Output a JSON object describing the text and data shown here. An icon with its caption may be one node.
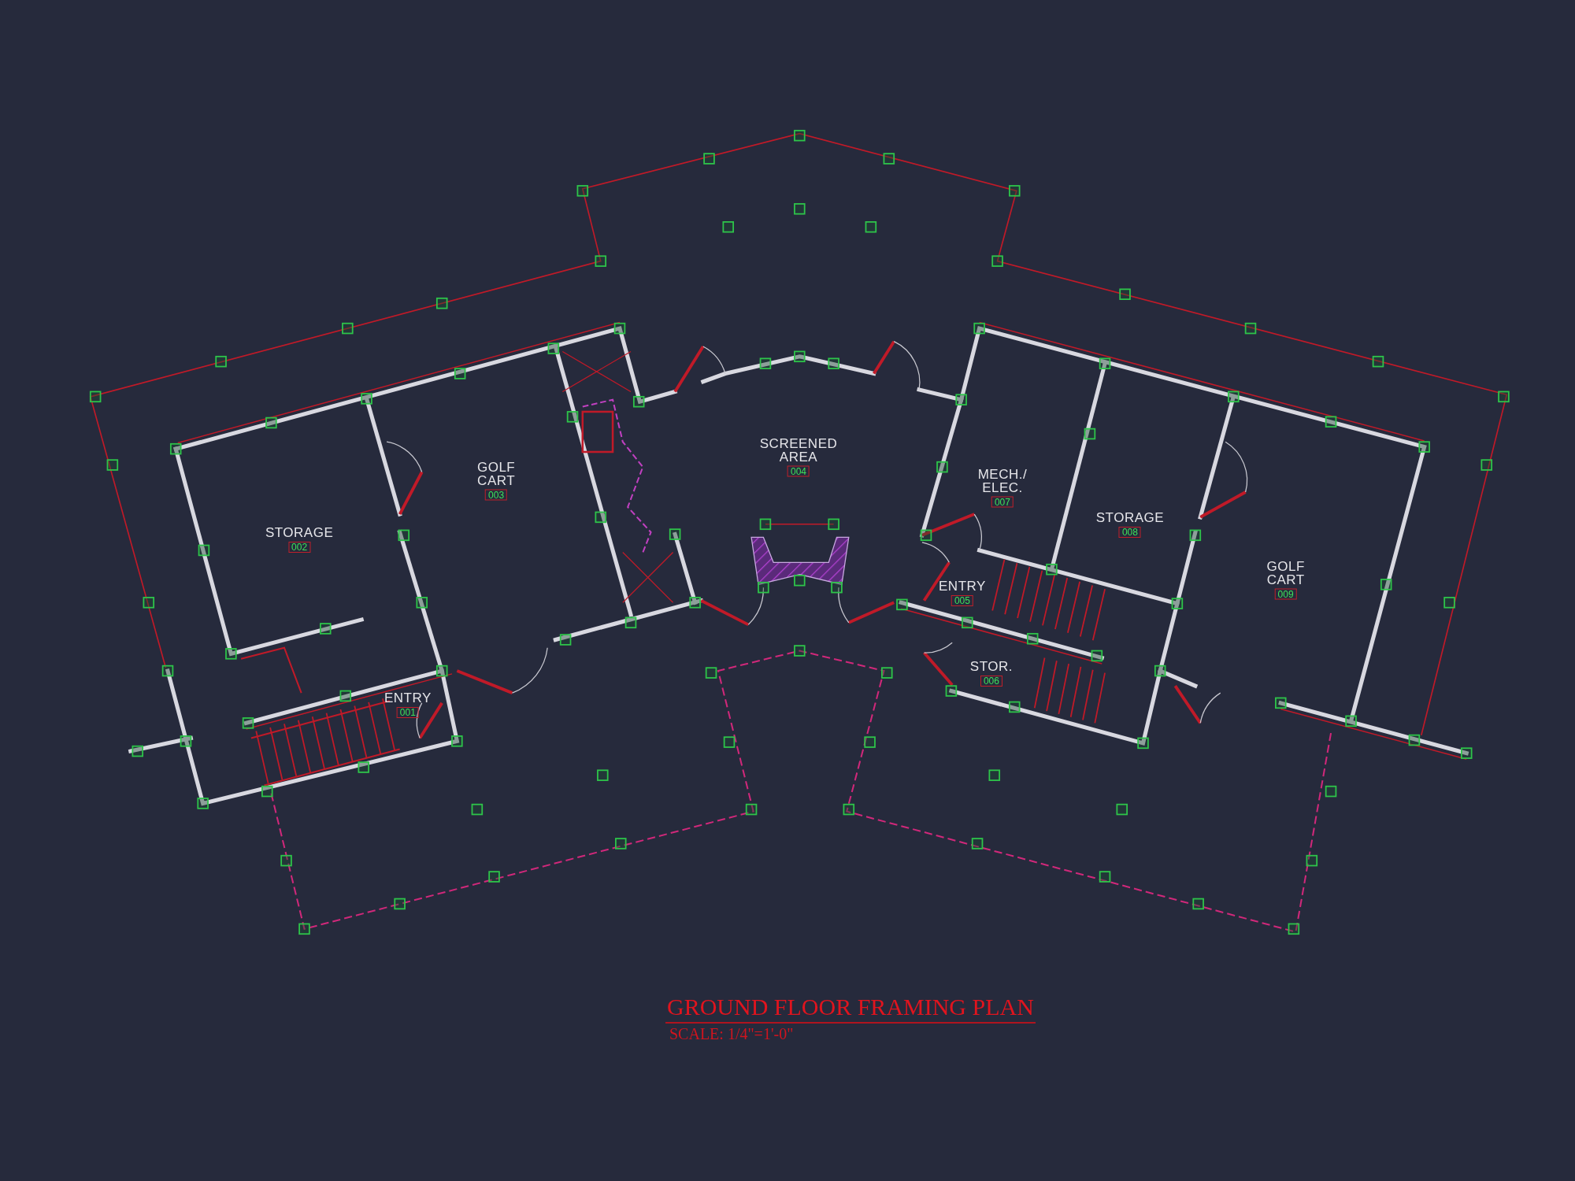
{
  "diagram": {
    "title": "GROUND FLOOR FRAMING PLAN",
    "caption": "SCALE: 1/4\"=1'-0\"",
    "nodes": [
      {
        "text": [
          "SCREENED AREA",
          "004"
        ]
      },
      {
        "text": [
          "GOLF CART",
          "003"
        ]
      },
      {
        "text": [
          "MECH./ ELEC.",
          "007"
        ]
      },
      {
        "text": [
          "STORAGE",
          "008"
        ]
      },
      {
        "text": [
          "STORAGE",
          "002"
        ]
      },
      {
        "text": [
          "GOLF CART",
          "009"
        ]
      },
      {
        "text": [
          "ENTRY",
          "005"
        ]
      },
      {
        "text": [
          "STOR.",
          "006"
        ]
      },
      {
        "text": [
          "ENTRY",
          "001"
        ]
      }
    ]
  }
}
